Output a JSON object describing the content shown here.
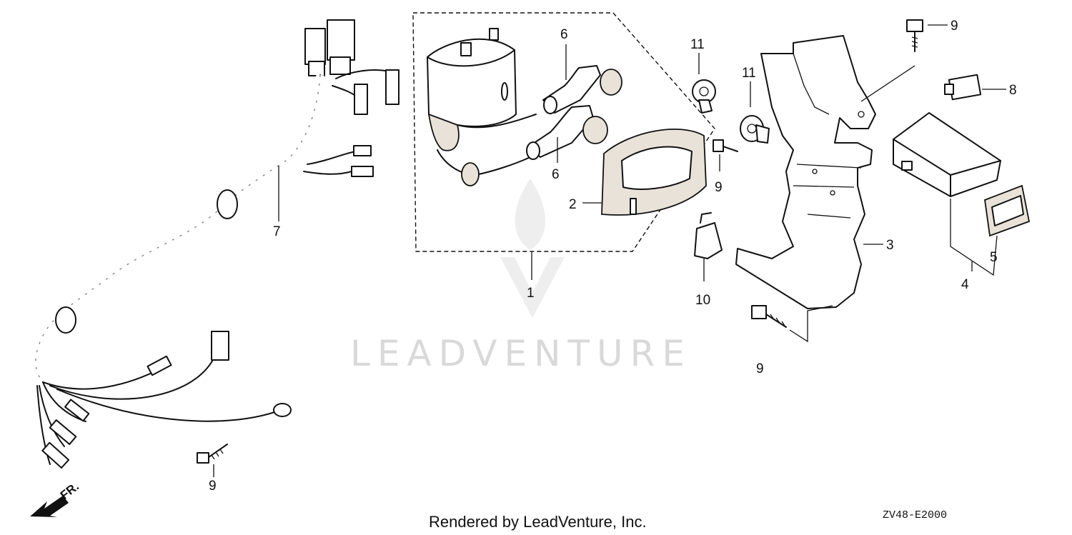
{
  "diagram": {
    "callouts": {
      "c1": "1",
      "c2": "2",
      "c3": "3",
      "c4": "4",
      "c5": "5",
      "c6a": "6",
      "c6b": "6",
      "c7": "7",
      "c8": "8",
      "c9a": "9",
      "c9b": "9",
      "c9c": "9",
      "c9d": "9",
      "c10": "10",
      "c11a": "11",
      "c11b": "11"
    },
    "front_arrow_label": "FR.",
    "watermark_text": "LEADVENTURE",
    "footer_text": "Rendered by LeadVenture, Inc.",
    "diagram_code": "ZV48-E2000"
  }
}
